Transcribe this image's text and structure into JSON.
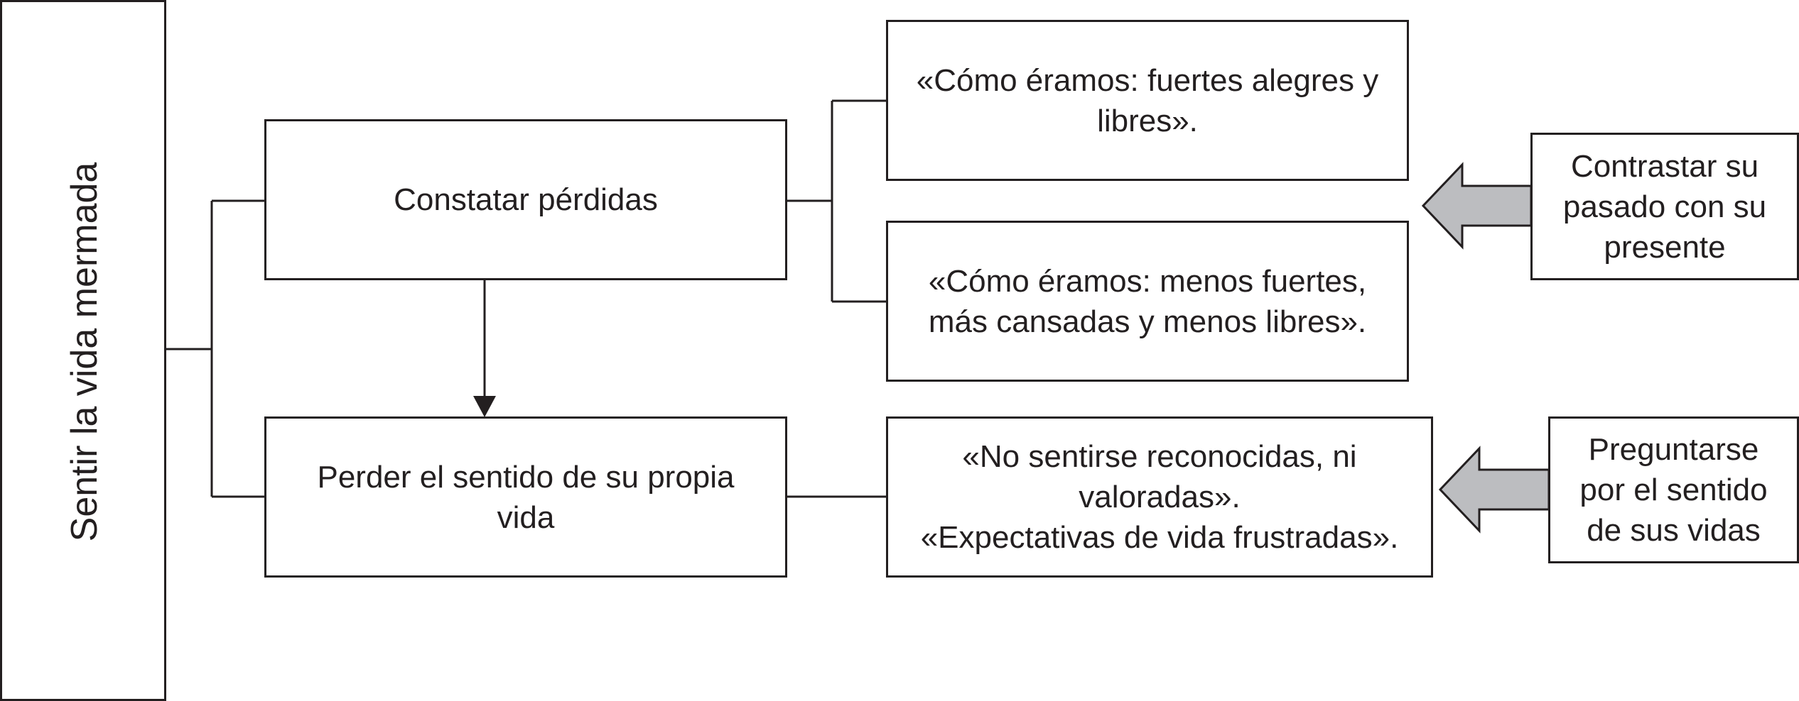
{
  "root": {
    "label": "Sentir la vida mermada"
  },
  "nodes": {
    "constatar": "Constatar pérdidas",
    "perder": "Perder el sentido de su propia\nvida"
  },
  "quotes": {
    "q1": "«Cómo éramos: fuertes alegres y\nlibres».",
    "q2": "«Cómo éramos: menos fuertes,\nmás cansadas y menos libres».",
    "q3": "«No sentirse reconocidas, ni\nvaloradas».\n«Expectativas de vida frustradas»."
  },
  "actions": {
    "contrastar": "Contrastar su\npasado con su\npresente",
    "preguntarse": "Preguntarse\npor el sentido\nde sus vidas"
  },
  "colors": {
    "line": "#231f20",
    "arrow_fill": "#bcbdc0",
    "background": "#ffffff"
  }
}
